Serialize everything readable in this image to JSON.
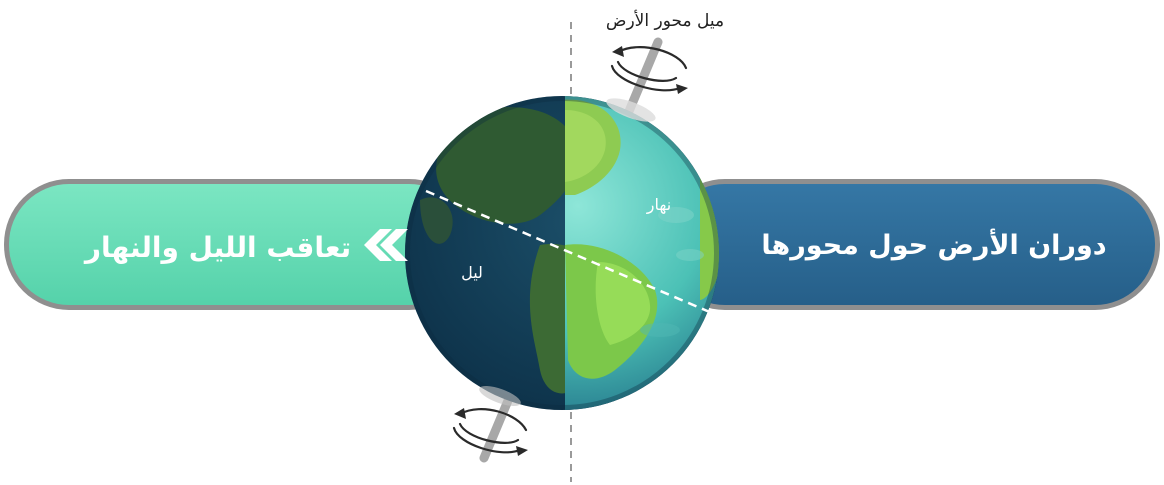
{
  "labels": {
    "axis_tilt": "ميل محور الأرض",
    "rotation": "دوران الأرض حول محورها",
    "day_night": "تعاقب الليل والنهار",
    "day": "نهار",
    "night": "ليل"
  },
  "colors": {
    "left_bar": "#66dcb4",
    "right_bar": "#2d6a97",
    "bar_border": "#8a8a8a",
    "chevron": "#ffffff",
    "ocean_day": "#5fd0c2",
    "ocean_night": "#0f3a55",
    "land_day": "#8ed24a",
    "land_night": "#3c6a34",
    "axis": "#9a9a9a"
  },
  "icons": {
    "chevrons": "double-chevron-left-icon",
    "rotation_arrows": "rotation-arrow-icon"
  }
}
